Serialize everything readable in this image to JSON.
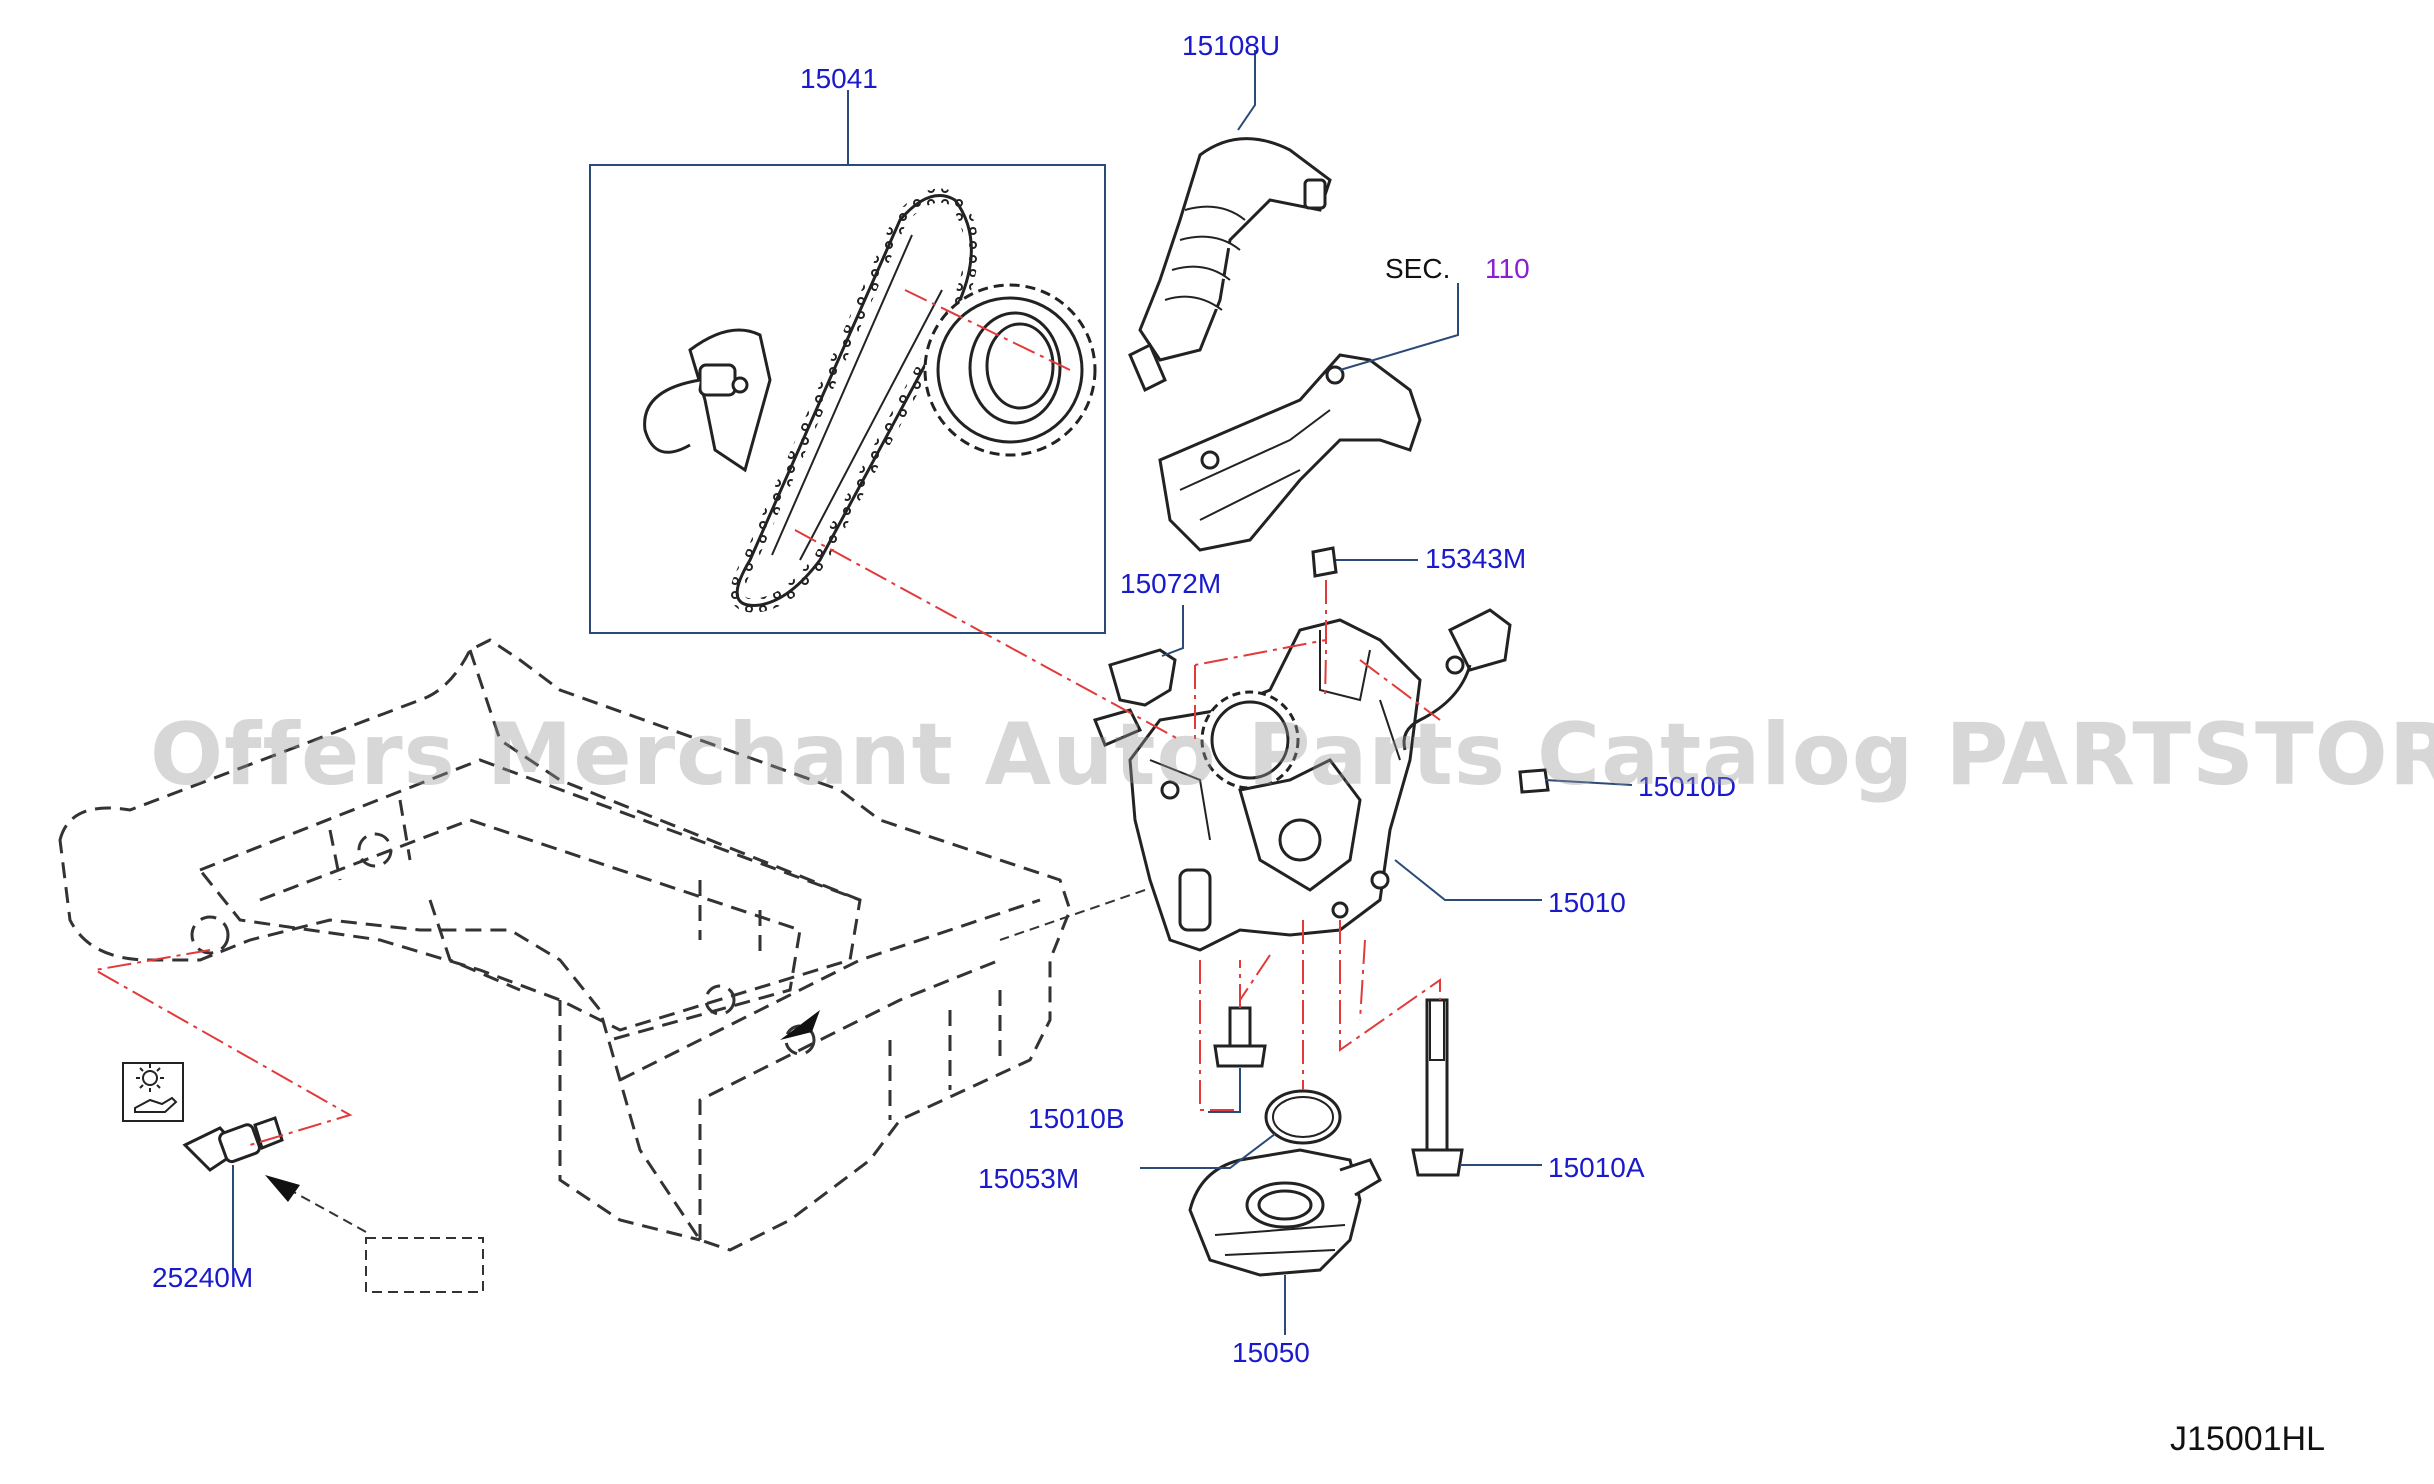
{
  "colors": {
    "label": "#1a1acc",
    "leader": "#2a4a78",
    "ref_line": "#e23a3a",
    "outline": "#222222",
    "sec_ref": "#8a1fd0"
  },
  "labels": {
    "p15041": "15041",
    "p15108u": "15108U",
    "sec": "SEC.",
    "sec_num": "110",
    "p15343m": "15343M",
    "p15072m": "15072M",
    "p15010d": "15010D",
    "p15010": "15010",
    "p15010b": "15010B",
    "p15053m": "15053M",
    "p15010a": "15010A",
    "p25240m": "25240M",
    "p15050": "15050"
  },
  "diagram_code": "J15001HL",
  "watermark": "Offers Merchant Auto Parts Catalog PARTSTORE.SA",
  "icons": [
    "oil-pressure-warning-icon"
  ]
}
